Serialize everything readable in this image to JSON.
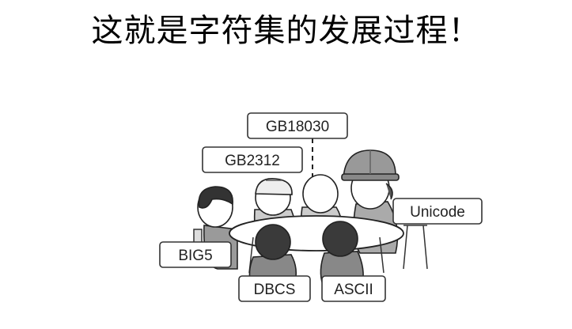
{
  "title": "这就是字符集的发展过程！",
  "labels": {
    "gb18030": "GB18030",
    "gb2312": "GB2312",
    "unicode": "Unicode",
    "big5": "BIG5",
    "dbcs": "DBCS",
    "ascii": "ASCII"
  }
}
